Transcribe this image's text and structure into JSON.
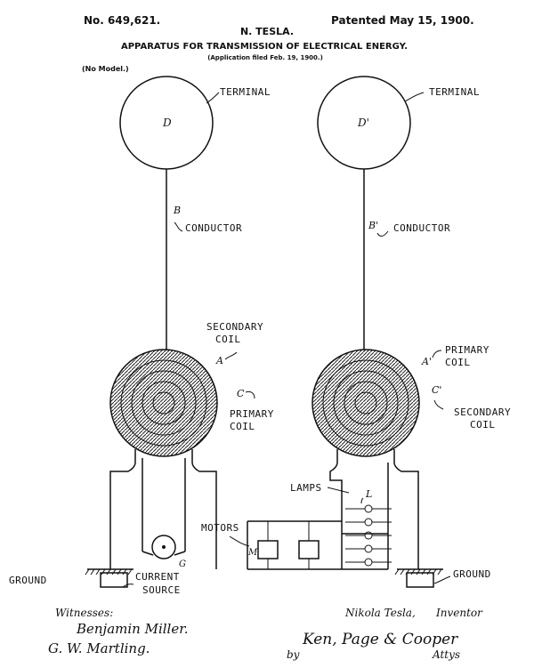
{
  "header": {
    "patent_number": "No. 649,621.",
    "inventor_name": "N. TESLA.",
    "patent_date": "Patented May 15, 1900.",
    "title": "APPARATUS FOR TRANSMISSION OF ELECTRICAL ENERGY.",
    "application": "(Application filed Feb. 19, 1900.)",
    "model_note": "(No Model.)"
  },
  "left": {
    "terminal_letter": "D",
    "terminal_label": "TERMINAL",
    "conductor_letter": "B",
    "conductor_label": "CONDUCTOR",
    "secondary_label_1": "SECONDARY",
    "secondary_label_2": "COIL",
    "secondary_letter": "A",
    "primary_letter": "C",
    "primary_label_1": "PRIMARY",
    "primary_label_2": "COIL",
    "generator_letter": "G",
    "source_label_1": "CURRENT",
    "source_label_2": "SOURCE",
    "ground_label": "GROUND"
  },
  "right": {
    "terminal_letter": "D'",
    "terminal_label": "TERMINAL",
    "conductor_letter": "B'",
    "conductor_label": "CONDUCTOR",
    "primary_letter": "A'",
    "primary_label_1": "PRIMARY",
    "primary_label_2": "COIL",
    "secondary_letter": "C'",
    "secondary_label_1": "SECONDARY",
    "secondary_label_2": "COIL",
    "lamps_label": "LAMPS",
    "lamps_letter": "L",
    "motors_label": "MOTORS",
    "motor_letter": "M",
    "ground_label": "GROUND"
  },
  "footer": {
    "witnesses_label": "Witnesses:",
    "witness_1": "Benjamin Miller.",
    "witness_2": "G. W. Martling.",
    "inventor_sig": "Nikola Tesla,",
    "inventor_role": "Inventor",
    "by_label": "by",
    "attorney_sig": "Ken, Page & Cooper",
    "attys_label": "Attys"
  }
}
